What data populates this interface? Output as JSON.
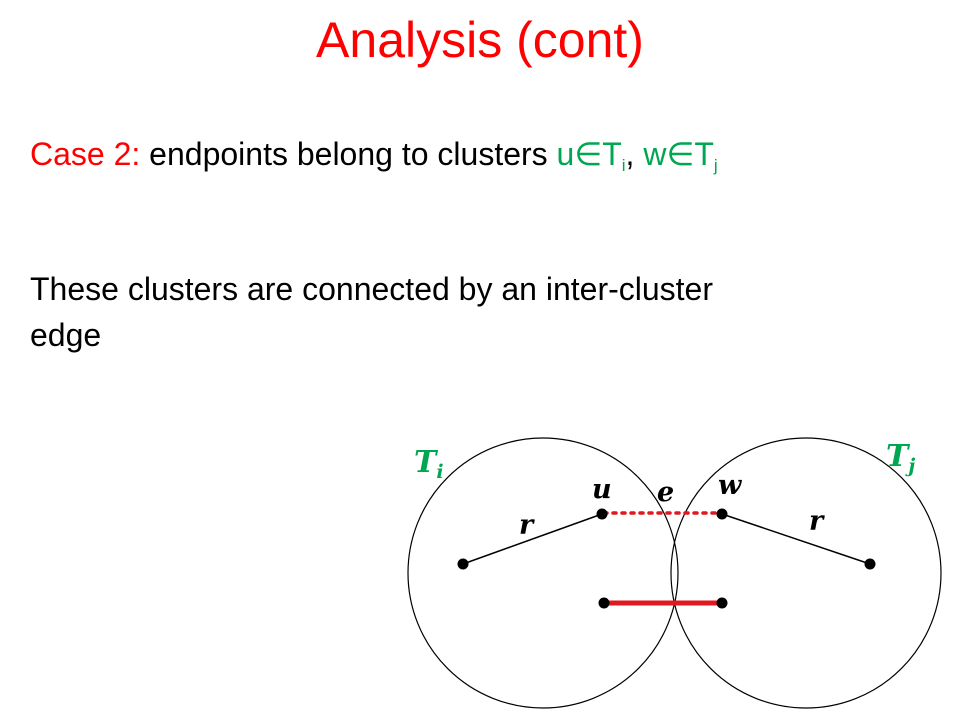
{
  "colors": {
    "title": "#ff0000",
    "accent_red": "#ff0000",
    "accent_green": "#00a651",
    "text": "#000000",
    "edge_red": "#e0191e"
  },
  "slide": {
    "title": "Analysis (cont)",
    "case_label": "Case 2:",
    "case_text": " endpoints belong to clusters ",
    "u": "u",
    "elem": "∈",
    "t": "T",
    "sub_i": "i",
    "comma": ", ",
    "w": "w",
    "sub_j": "j",
    "body": "These clusters are connected by an inter-cluster edge"
  },
  "diagram": {
    "label_ti_main": "T",
    "label_ti_sub": "i",
    "label_tj_main": "T",
    "label_tj_sub": "j",
    "label_u": "u",
    "label_w": "w",
    "label_e": "e",
    "label_r_left": "r",
    "label_r_right": "r"
  }
}
